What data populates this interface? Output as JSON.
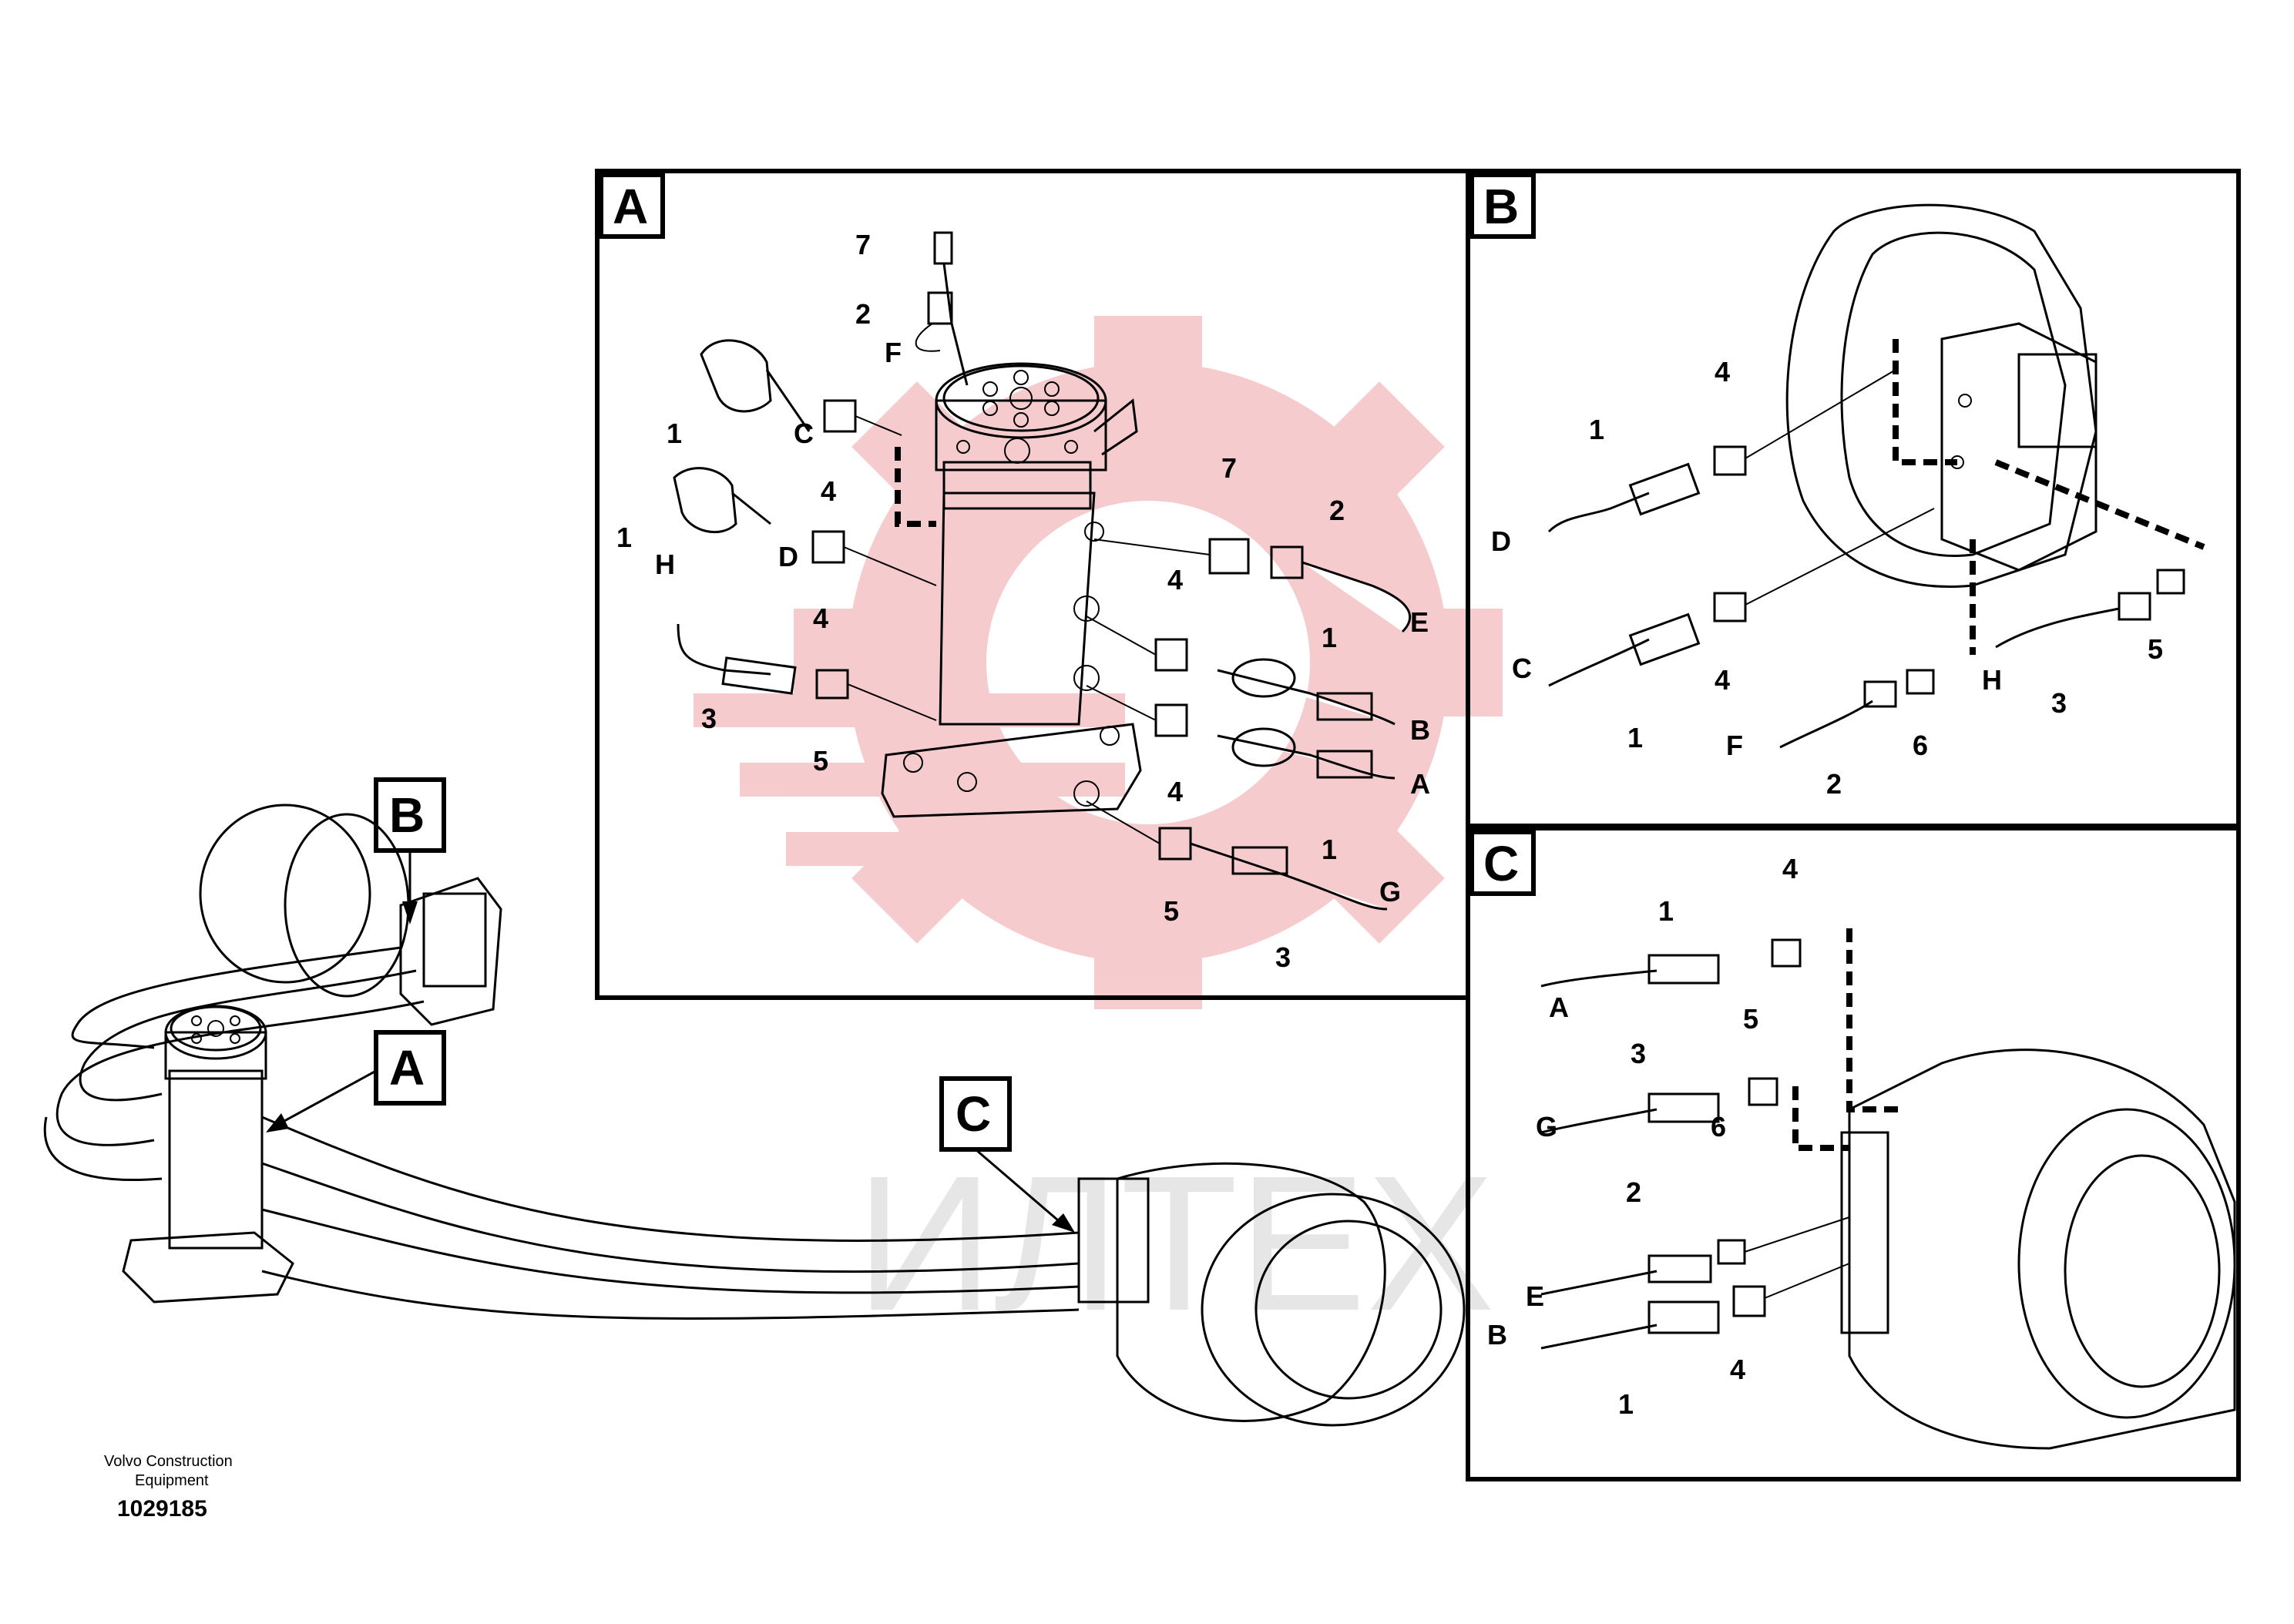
{
  "footer": {
    "maker_line1": "Volvo Construction",
    "maker_line2": "Equipment",
    "drawing_number": "1029185"
  },
  "callouts": {
    "A": "A",
    "B": "B",
    "C": "C"
  },
  "watermark_text": "ИЛТЕХ",
  "detail_A": {
    "title": "A",
    "part_numbers": [
      "7",
      "2",
      "1",
      "4",
      "1",
      "4",
      "3",
      "5",
      "7",
      "2",
      "4",
      "1",
      "4",
      "1",
      "5",
      "3"
    ],
    "port_letters": [
      "F",
      "C",
      "D",
      "H",
      "E",
      "B",
      "A",
      "G"
    ]
  },
  "detail_B": {
    "title": "B",
    "part_numbers": [
      "4",
      "1",
      "1",
      "4",
      "6",
      "2",
      "3",
      "5"
    ],
    "port_letters": [
      "D",
      "C",
      "F",
      "H"
    ]
  },
  "detail_C": {
    "title": "C",
    "part_numbers": [
      "4",
      "1",
      "3",
      "5",
      "2",
      "6",
      "4",
      "1"
    ],
    "port_letters": [
      "A",
      "G",
      "E",
      "B"
    ]
  }
}
